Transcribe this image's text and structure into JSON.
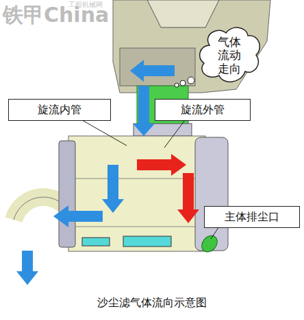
{
  "diagram": {
    "caption": "沙尘滤气体流向示意图",
    "nodes": [
      {
        "text": [
          "气体流动走向"
        ]
      },
      {
        "text": [
          "旋流内管"
        ]
      },
      {
        "text": [
          "旋流外管"
        ]
      },
      {
        "text": [
          "主体排尘口"
        ]
      }
    ],
    "labels": [
      "铁甲China",
      "工程机械网"
    ]
  }
}
